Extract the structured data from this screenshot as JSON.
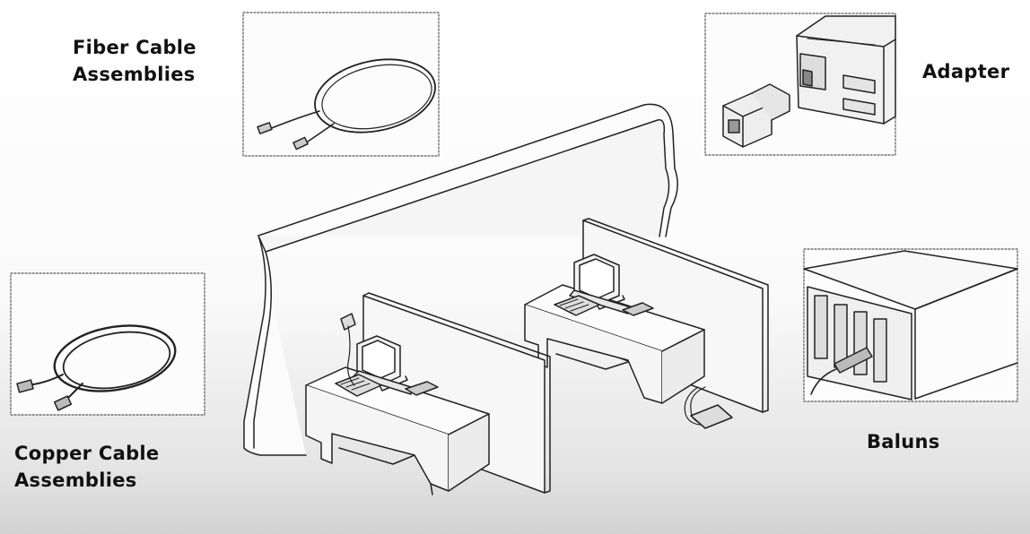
{
  "labels": {
    "fiber": [
      "Fiber Cable",
      "Assemblies"
    ],
    "adapter": "Adapter",
    "copper": [
      "Copper Cable",
      "Assemblies"
    ],
    "baluns": "Baluns"
  }
}
